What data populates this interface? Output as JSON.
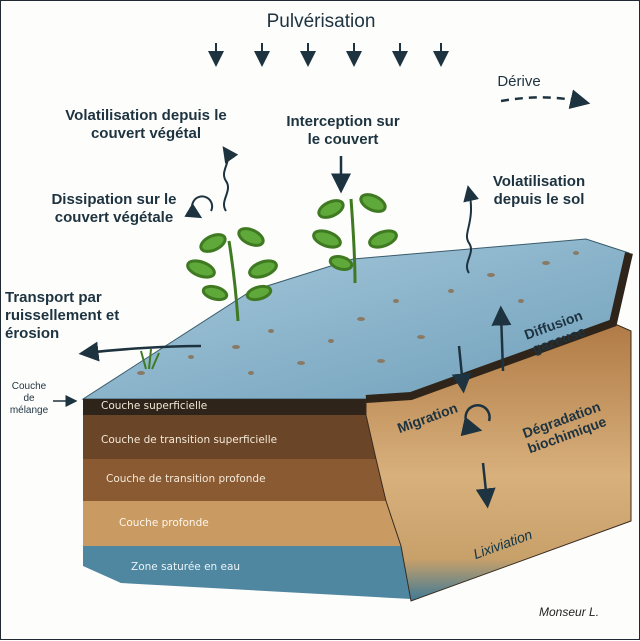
{
  "labels": {
    "spray": "Pulvérisation",
    "drift": "Dérive",
    "volat_canopy": "Volatilisation depuis le couvert végétal",
    "interception": "Interception sur le couvert",
    "volat_soil": "Volatilisation depuis le sol",
    "dissipation": "Dissipation sur le couvert végétale",
    "runoff": "Transport par ruissellement et érosion",
    "mixing": "Couche de mélange",
    "diffusion": "Diffusion gazeuse",
    "migration": "Migration",
    "degradation": "Dégradation biochimique",
    "leaching": "Lixiviation"
  },
  "layers": [
    "Couche superficielle",
    "Couche de transition superficielle",
    "Couche de transition profonde",
    "Couche profonde",
    "Zone saturée en eau"
  ],
  "signature": "Monseur L.",
  "colors": {
    "ink": "#1d3340",
    "water": "#8fb8cf",
    "topsoil": "#3a2b1f",
    "transition_shallow": "#6b4528",
    "transition_deep": "#8a5a33",
    "deep": "#c99a62",
    "saturated": "#4f86a0",
    "plant": "#5fa83a"
  }
}
